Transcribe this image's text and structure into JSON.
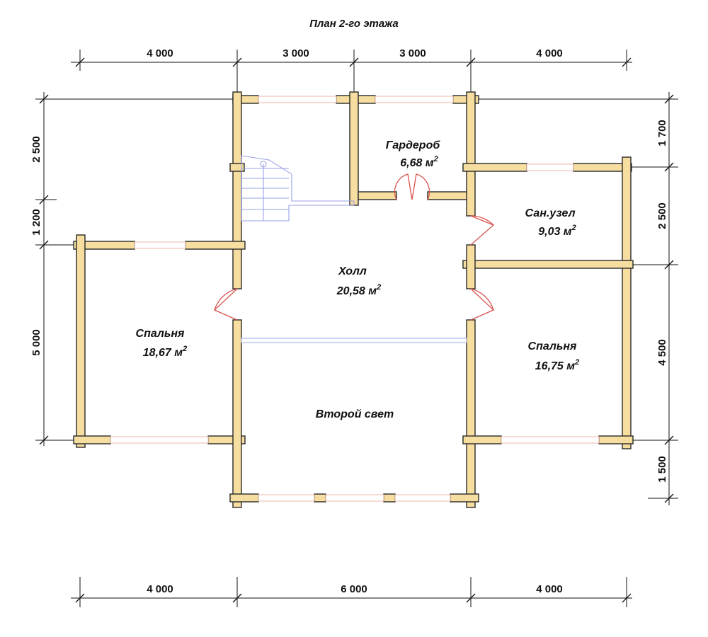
{
  "title": "План 2-го этажа",
  "dimensions": {
    "top": [
      "4 000",
      "3 000",
      "3 000",
      "4 000"
    ],
    "bottom": [
      "4 000",
      "6 000",
      "4 000"
    ],
    "left": [
      "2 500",
      "1 200",
      "5 000"
    ],
    "right": [
      "1 700",
      "2 500",
      "4 500",
      "1 500"
    ]
  },
  "rooms": {
    "wardrobe": {
      "name": "Гардероб",
      "area": "6,68 м"
    },
    "bathroom": {
      "name": "Сан.узел",
      "area": "9,03 м"
    },
    "hall": {
      "name": "Холл",
      "area": "20,58 м"
    },
    "bedroom_left": {
      "name": "Спальня",
      "area": "18,67 м"
    },
    "bedroom_right": {
      "name": "Спальня",
      "area": "16,75 м"
    },
    "second_light": {
      "name": "Второй свет"
    }
  },
  "area_unit_sup": "2",
  "colors": {
    "wall": "#f6dda0",
    "door": "#d9534f",
    "stair": "#9aa2e6"
  }
}
